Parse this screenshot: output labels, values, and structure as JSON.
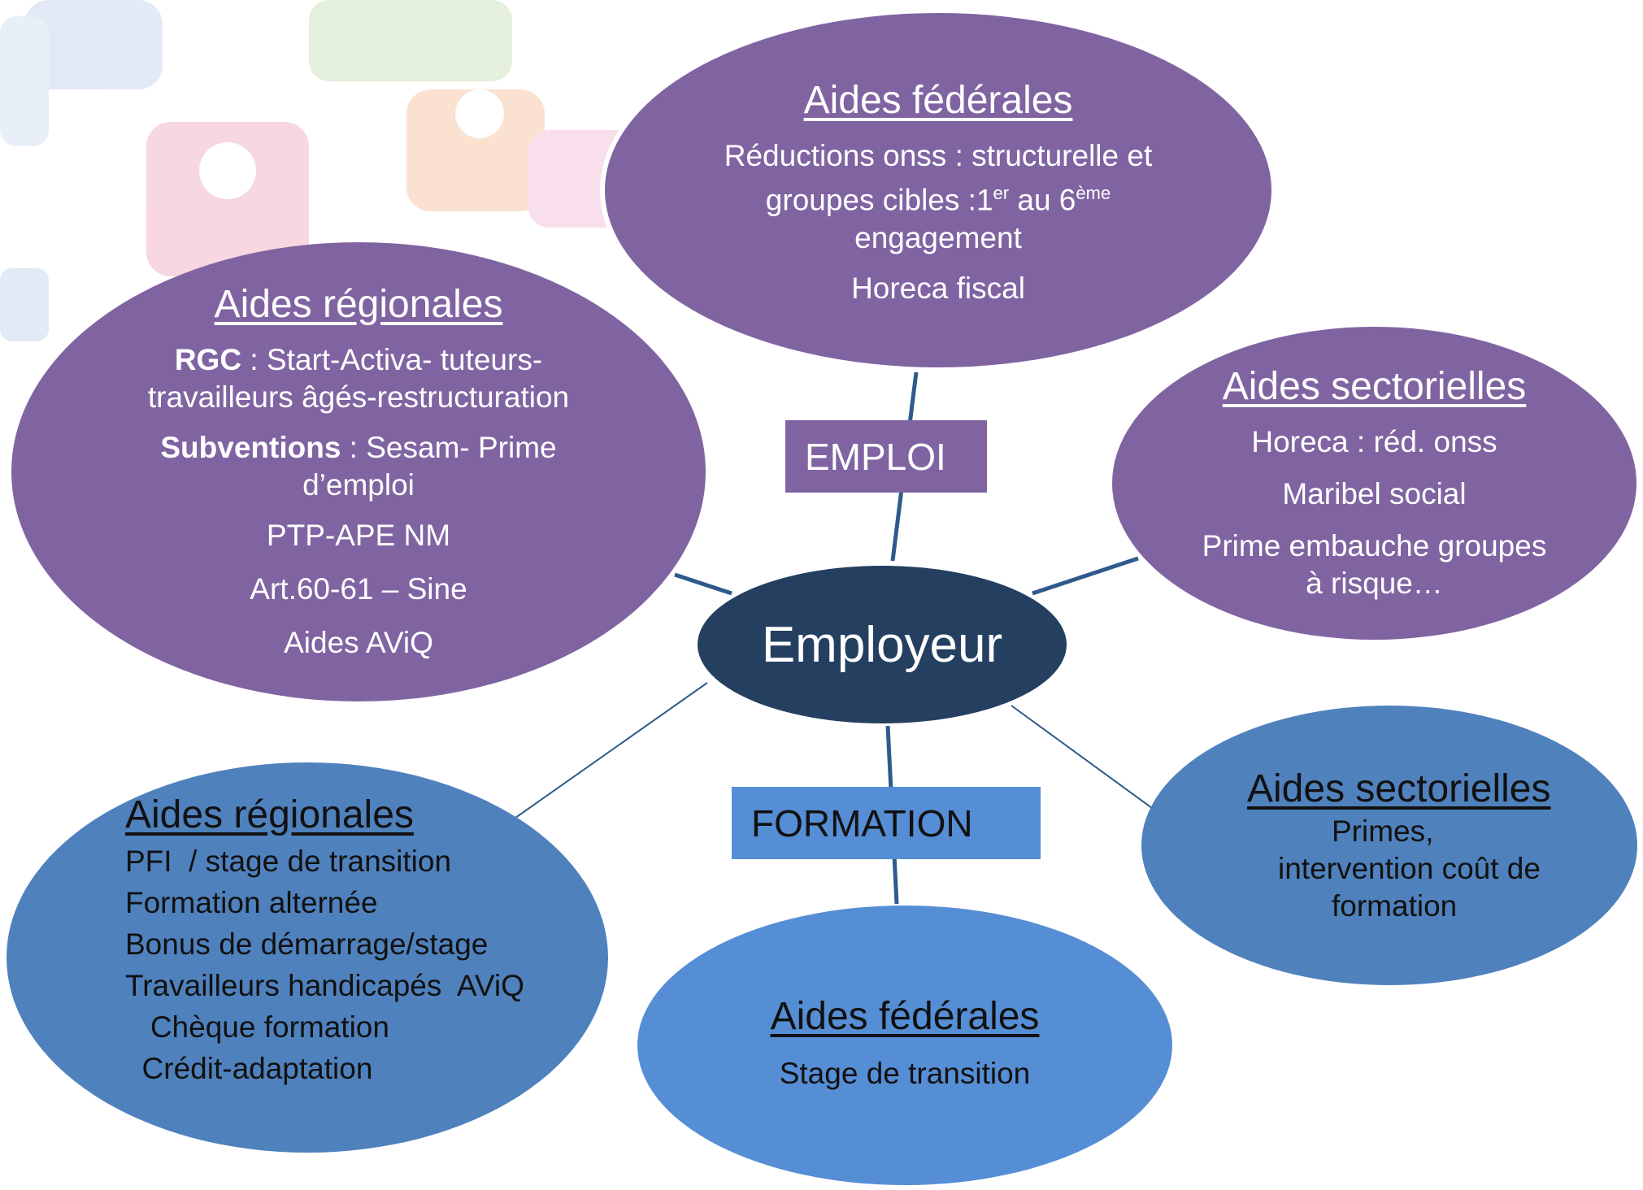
{
  "center": {
    "label": "Employeur"
  },
  "categories": {
    "emploi": "EMPLOI",
    "formation": "FORMATION"
  },
  "emploi": {
    "federal": {
      "title": "Aides fédérales",
      "line1": "Réductions onss : structurelle et",
      "line2_pre": "groupes cibles :1",
      "line2_sup1": "er",
      "line2_mid": " au 6",
      "line2_sup2": "ème",
      "line3": "engagement",
      "line4": "Horeca fiscal"
    },
    "regional": {
      "title": "Aides régionales",
      "rgc_bold": "RGC",
      "rgc_text": " : Start-Activa- tuteurs-",
      "rgc_text2": "travailleurs âgés-restructuration",
      "sub_bold": "Subventions",
      "sub_text": " : Sesam- Prime",
      "sub_text2": "d’emploi",
      "line_ptp": "PTP-APE NM",
      "line_art": "Art.60-61 – Sine",
      "line_aviq": "Aides AViQ"
    },
    "sectoral": {
      "title": "Aides sectorielles",
      "line1": "Horeca : réd. onss",
      "line2": "Maribel social",
      "line3": "Prime embauche groupes",
      "line4": "à risque…"
    }
  },
  "formation": {
    "regional": {
      "title": "Aides régionales",
      "items": [
        "PFI  / stage de transition",
        "Formation alternée",
        "Bonus de démarrage/stage",
        "Travailleurs handicapés  AViQ",
        "   Chèque formation",
        "  Crédit-adaptation"
      ]
    },
    "federal": {
      "title": "Aides fédérales",
      "line1": "Stage de transition"
    },
    "sectoral": {
      "title": "Aides sectorielles",
      "line1": "Primes,",
      "line2": "intervention coût de",
      "line3": "formation"
    }
  },
  "colors": {
    "purple": "#8064a2",
    "navy": "#243f60",
    "blue_dark": "#4f81bd",
    "blue_light": "#558ed5",
    "connector": "#2e5a8c"
  }
}
